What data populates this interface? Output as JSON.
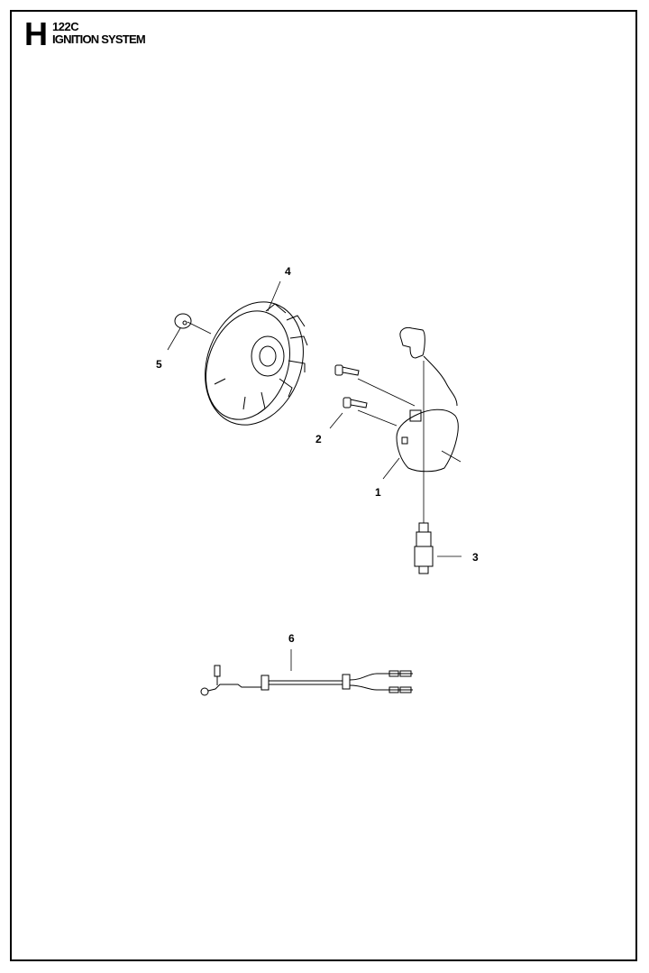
{
  "header": {
    "section": "H",
    "model": "122C",
    "title": "IGNITION SYSTEM"
  },
  "callouts": [
    {
      "num": "1",
      "part": "ignition-module"
    },
    {
      "num": "2",
      "part": "screw"
    },
    {
      "num": "3",
      "part": "spark-plug"
    },
    {
      "num": "4",
      "part": "flywheel"
    },
    {
      "num": "5",
      "part": "nut"
    },
    {
      "num": "6",
      "part": "cable-harness"
    }
  ]
}
